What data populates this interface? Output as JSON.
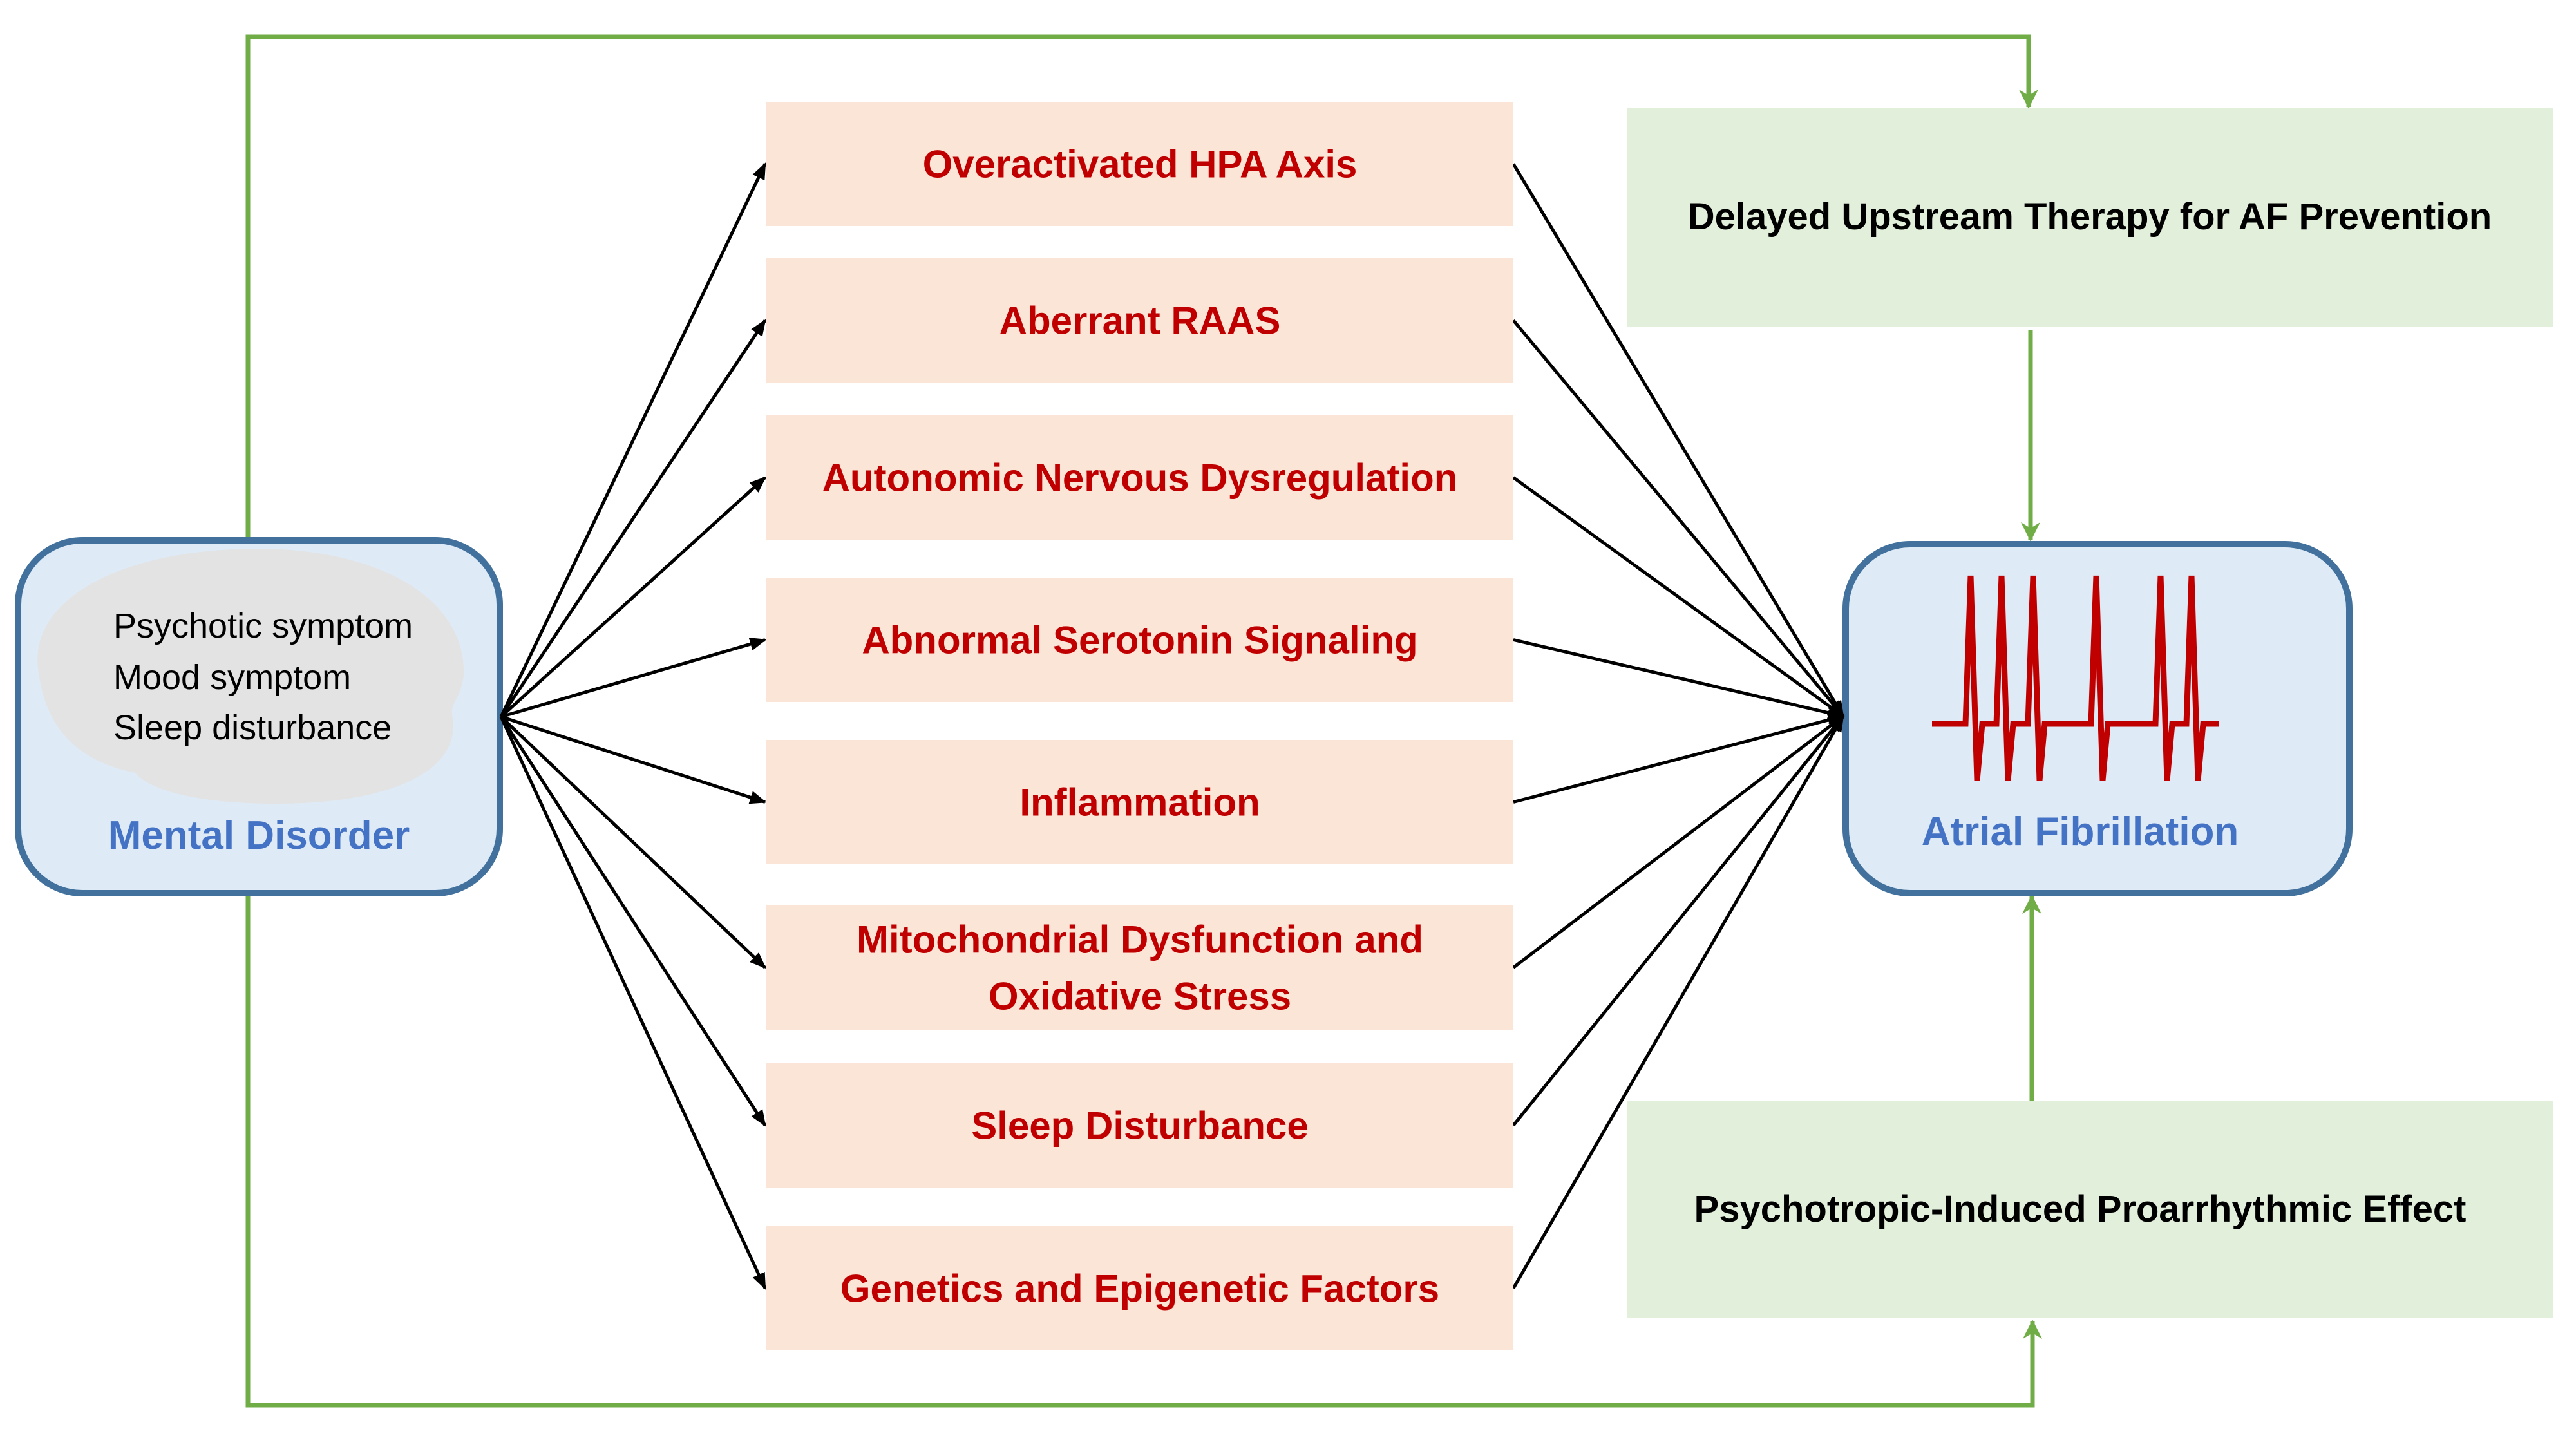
{
  "source_node": {
    "title": "Mental Disorder",
    "symptoms": [
      "Psychotic symptom",
      "Mood symptom",
      "Sleep disturbance"
    ]
  },
  "target_node": {
    "title": "Atrial Fibrillation",
    "icon": "ecg-waveform-icon"
  },
  "mechanisms": [
    {
      "lines": [
        "Overactivated HPA Axis"
      ]
    },
    {
      "lines": [
        "Aberrant RAAS"
      ]
    },
    {
      "lines": [
        "Autonomic Nervous Dysregulation"
      ]
    },
    {
      "lines": [
        "Abnormal Serotonin Signaling"
      ]
    },
    {
      "lines": [
        "Inflammation"
      ]
    },
    {
      "lines": [
        "Mitochondrial Dysfunction and",
        "Oxidative Stress"
      ]
    },
    {
      "lines": [
        "Sleep Disturbance"
      ]
    },
    {
      "lines": [
        "Genetics and Epigenetic Factors"
      ]
    }
  ],
  "side_paths": {
    "top": "Delayed Upstream Therapy for AF Prevention",
    "bottom": "Psychotropic-Induced Proarrhythmic Effect"
  },
  "colors": {
    "node_fill": "#DEEBF7",
    "node_border": "#41719C",
    "node_title": "#4472C4",
    "symptom_blob": "#E3E3E3",
    "mechanism_fill": "#FBE5D6",
    "mechanism_text": "#C00000",
    "side_fill": "#E2EFDA",
    "side_arrow": "#70AD47",
    "ecg": "#C00000",
    "arrow": "#000000"
  }
}
